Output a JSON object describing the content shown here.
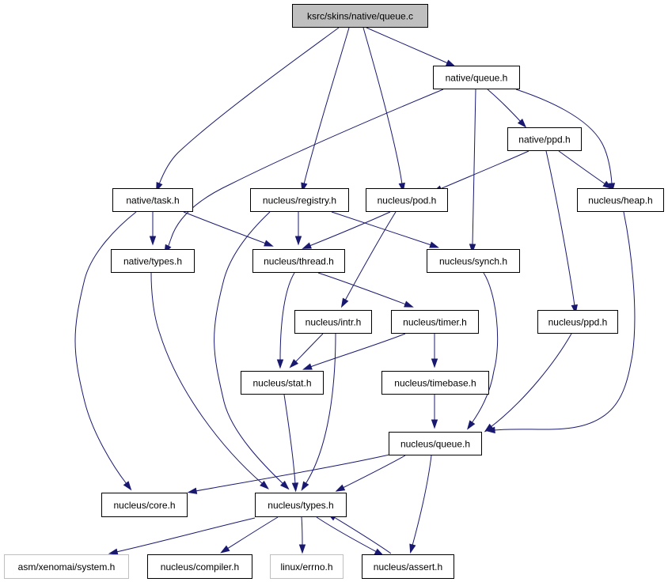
{
  "diagram": {
    "nodes": [
      {
        "id": "queue_c",
        "label": "ksrc/skins/native/queue.c",
        "style": "root"
      },
      {
        "id": "native_queue_h",
        "label": "native/queue.h",
        "style": "normal"
      },
      {
        "id": "native_ppd_h",
        "label": "native/ppd.h",
        "style": "normal"
      },
      {
        "id": "native_task_h",
        "label": "native/task.h",
        "style": "normal"
      },
      {
        "id": "nucleus_registry_h",
        "label": "nucleus/registry.h",
        "style": "normal"
      },
      {
        "id": "nucleus_pod_h",
        "label": "nucleus/pod.h",
        "style": "normal"
      },
      {
        "id": "nucleus_heap_h",
        "label": "nucleus/heap.h",
        "style": "normal"
      },
      {
        "id": "native_types_h",
        "label": "native/types.h",
        "style": "normal"
      },
      {
        "id": "nucleus_thread_h",
        "label": "nucleus/thread.h",
        "style": "normal"
      },
      {
        "id": "nucleus_synch_h",
        "label": "nucleus/synch.h",
        "style": "normal"
      },
      {
        "id": "nucleus_intr_h",
        "label": "nucleus/intr.h",
        "style": "normal"
      },
      {
        "id": "nucleus_timer_h",
        "label": "nucleus/timer.h",
        "style": "normal"
      },
      {
        "id": "nucleus_ppd_h",
        "label": "nucleus/ppd.h",
        "style": "normal"
      },
      {
        "id": "nucleus_stat_h",
        "label": "nucleus/stat.h",
        "style": "normal"
      },
      {
        "id": "nucleus_timebase_h",
        "label": "nucleus/timebase.h",
        "style": "normal"
      },
      {
        "id": "nucleus_queue_h",
        "label": "nucleus/queue.h",
        "style": "normal"
      },
      {
        "id": "nucleus_core_h",
        "label": "nucleus/core.h",
        "style": "normal"
      },
      {
        "id": "nucleus_types_h",
        "label": "nucleus/types.h",
        "style": "normal"
      },
      {
        "id": "asm_system_h",
        "label": "asm/xenomai/system.h",
        "style": "grey"
      },
      {
        "id": "nucleus_compiler_h",
        "label": "nucleus/compiler.h",
        "style": "normal"
      },
      {
        "id": "linux_errno_h",
        "label": "linux/errno.h",
        "style": "grey"
      },
      {
        "id": "nucleus_assert_h",
        "label": "nucleus/assert.h",
        "style": "normal"
      }
    ],
    "edges": [
      [
        "queue_c",
        "native_queue_h"
      ],
      [
        "queue_c",
        "native_task_h"
      ],
      [
        "queue_c",
        "nucleus_registry_h"
      ],
      [
        "queue_c",
        "nucleus_pod_h"
      ],
      [
        "native_queue_h",
        "native_ppd_h"
      ],
      [
        "native_queue_h",
        "nucleus_heap_h"
      ],
      [
        "native_queue_h",
        "native_types_h"
      ],
      [
        "native_queue_h",
        "nucleus_synch_h"
      ],
      [
        "native_ppd_h",
        "nucleus_pod_h"
      ],
      [
        "native_ppd_h",
        "nucleus_heap_h"
      ],
      [
        "native_ppd_h",
        "nucleus_ppd_h"
      ],
      [
        "native_task_h",
        "native_types_h"
      ],
      [
        "native_task_h",
        "nucleus_thread_h"
      ],
      [
        "native_task_h",
        "nucleus_core_h"
      ],
      [
        "nucleus_registry_h",
        "nucleus_thread_h"
      ],
      [
        "nucleus_registry_h",
        "nucleus_synch_h"
      ],
      [
        "nucleus_registry_h",
        "nucleus_types_h"
      ],
      [
        "nucleus_pod_h",
        "nucleus_thread_h"
      ],
      [
        "nucleus_pod_h",
        "nucleus_intr_h"
      ],
      [
        "nucleus_heap_h",
        "nucleus_queue_h"
      ],
      [
        "native_types_h",
        "nucleus_types_h"
      ],
      [
        "nucleus_thread_h",
        "nucleus_stat_h"
      ],
      [
        "nucleus_thread_h",
        "nucleus_timer_h"
      ],
      [
        "nucleus_synch_h",
        "nucleus_queue_h"
      ],
      [
        "nucleus_intr_h",
        "nucleus_stat_h"
      ],
      [
        "nucleus_intr_h",
        "nucleus_types_h"
      ],
      [
        "nucleus_timer_h",
        "nucleus_stat_h"
      ],
      [
        "nucleus_timer_h",
        "nucleus_timebase_h"
      ],
      [
        "nucleus_ppd_h",
        "nucleus_queue_h"
      ],
      [
        "nucleus_stat_h",
        "nucleus_types_h"
      ],
      [
        "nucleus_timebase_h",
        "nucleus_queue_h"
      ],
      [
        "nucleus_queue_h",
        "nucleus_core_h"
      ],
      [
        "nucleus_queue_h",
        "nucleus_types_h"
      ],
      [
        "nucleus_queue_h",
        "nucleus_assert_h"
      ],
      [
        "nucleus_types_h",
        "asm_system_h"
      ],
      [
        "nucleus_types_h",
        "nucleus_compiler_h"
      ],
      [
        "nucleus_types_h",
        "linux_errno_h"
      ],
      [
        "nucleus_types_h",
        "nucleus_assert_h"
      ],
      [
        "nucleus_assert_h",
        "nucleus_types_h"
      ]
    ]
  },
  "colors": {
    "edge": "#191970",
    "root_fill": "#bfbfbf",
    "grey_border": "#bfbfbf",
    "node_border": "#000000"
  }
}
